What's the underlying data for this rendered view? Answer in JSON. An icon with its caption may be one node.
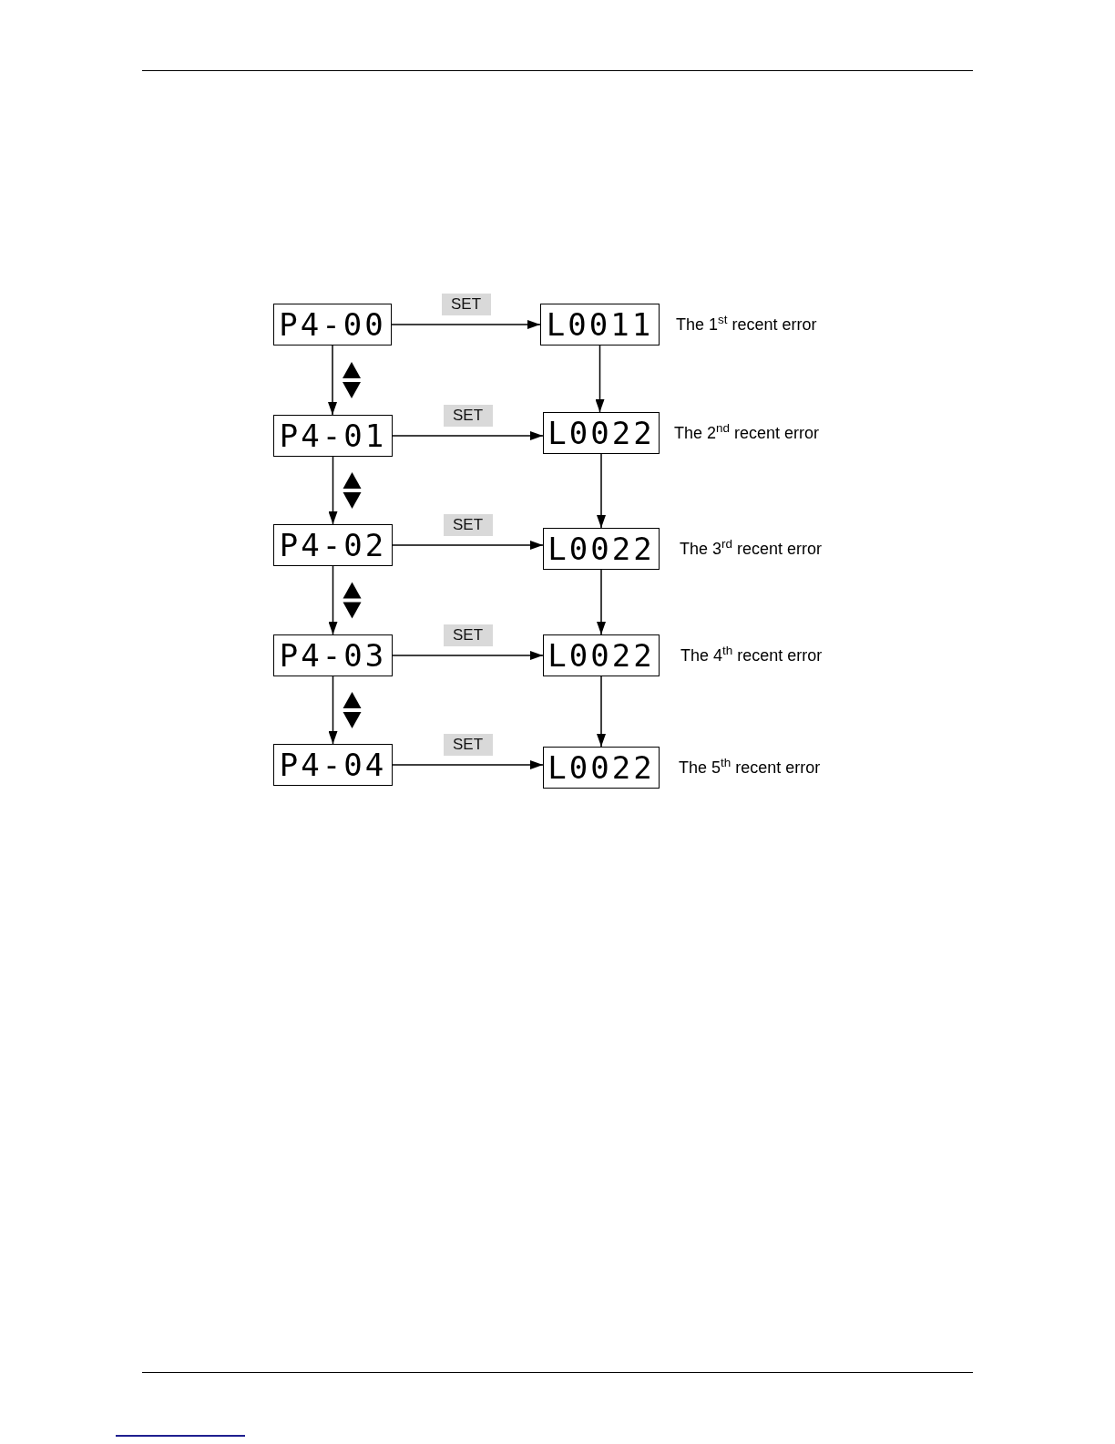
{
  "diagram": {
    "nodes": [
      {
        "text": [
          "P4-00"
        ]
      },
      {
        "text": [
          "L0011"
        ],
        "beside": [
          "The 1$^{st}$ recent error"
        ]
      },
      {
        "text": [
          "P4-01"
        ]
      },
      {
        "text": [
          "L0022"
        ],
        "beside": [
          "The 2$^{nd}$ recent error"
        ]
      },
      {
        "text": [
          "P4-02"
        ]
      },
      {
        "text": [
          "L0022"
        ],
        "beside": [
          "The 3$^{rd}$ recent error"
        ]
      },
      {
        "text": [
          "P4-03"
        ]
      },
      {
        "text": [
          "L0022"
        ],
        "beside": [
          "The 4$^{th}$ recent error"
        ]
      },
      {
        "text": [
          "P4-04"
        ]
      },
      {
        "text": [
          "L0022"
        ],
        "beside": [
          "The 5$^{th}$ recent error"
        ]
      }
    ],
    "edges": [
      {
        "from": 0,
        "to": 1,
        "arrow": "to",
        "label": "SET"
      },
      {
        "from": 0,
        "to": 2,
        "arrow": "to"
      },
      {
        "from": 1,
        "to": 3,
        "arrow": "to"
      },
      {
        "from": 2,
        "to": 3,
        "arrow": "to",
        "label": "SET"
      },
      {
        "from": 2,
        "to": 4,
        "arrow": "to"
      },
      {
        "from": 3,
        "to": 5,
        "arrow": "to"
      },
      {
        "from": 4,
        "to": 5,
        "arrow": "to",
        "label": "SET"
      },
      {
        "from": 4,
        "to": 6,
        "arrow": "to"
      },
      {
        "from": 5,
        "to": 7,
        "arrow": "to"
      },
      {
        "from": 6,
        "to": 7,
        "arrow": "to",
        "label": "SET"
      },
      {
        "from": 6,
        "to": 8,
        "arrow": "to"
      },
      {
        "from": 7,
        "to": 9,
        "arrow": "to"
      },
      {
        "from": 8,
        "to": 9,
        "arrow": "to",
        "label": "SET"
      }
    ]
  }
}
